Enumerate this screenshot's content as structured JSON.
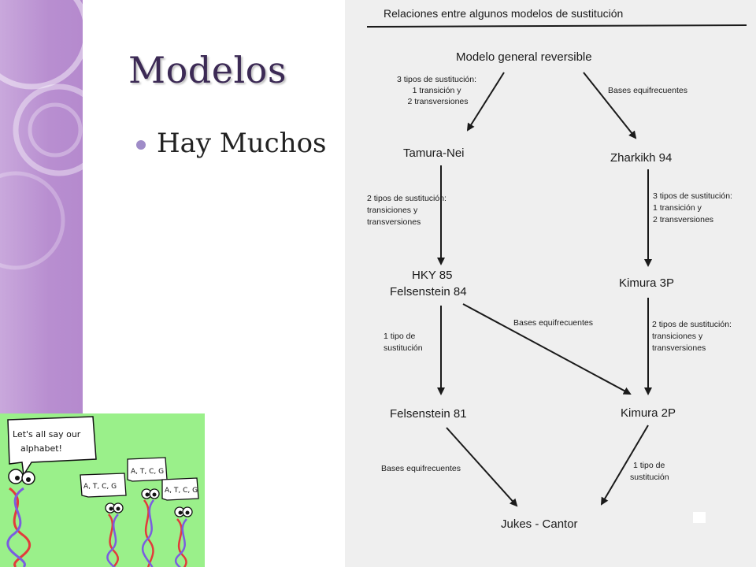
{
  "slide": {
    "title": "Modelos",
    "bullets": [
      "Hay Muchos"
    ]
  },
  "diagram": {
    "heading": "Relaciones entre algunos modelos de sustitución",
    "nodes": {
      "general": "Modelo general reversible",
      "tamura_nei": "Tamura-Nei",
      "zharkikh": "Zharkikh 94",
      "hky85": "HKY 85",
      "felsenstein84": "Felsenstein 84",
      "kimura3p": "Kimura 3P",
      "felsenstein81": "Felsenstein 81",
      "kimura2p": "Kimura 2P",
      "jukes_cantor": "Jukes - Cantor"
    },
    "edge_labels": {
      "general_to_tamura": [
        "3 tipos de sustitución:",
        "1 transición y",
        "2 transversiones"
      ],
      "general_to_zharkikh": "Bases equifrecuentes",
      "tamura_to_hky": [
        "2 tipos de sustitución:",
        "transiciones y",
        "transversiones"
      ],
      "zharkikh_to_kimura3p": [
        "3 tipos de sustitución:",
        "1 transición y",
        "2 transversiones"
      ],
      "hky_to_kimura2p": "Bases equifrecuentes",
      "hky_to_f81": [
        "1 tipo de",
        "sustitución"
      ],
      "kimura3p_to_kimura2p": [
        "2 tipos de sustitución:",
        "transiciones y",
        "transversiones"
      ],
      "f81_to_jc": "Bases equifrecuentes",
      "kimura2p_to_jc": [
        "1 tipo de",
        "sustitución"
      ]
    }
  },
  "cartoon": {
    "speech_main": [
      "Let's all say our",
      "alphabet!"
    ],
    "speech_small": [
      "A, T, C, G",
      "A, T, C, G",
      "A, T, C, G"
    ]
  }
}
